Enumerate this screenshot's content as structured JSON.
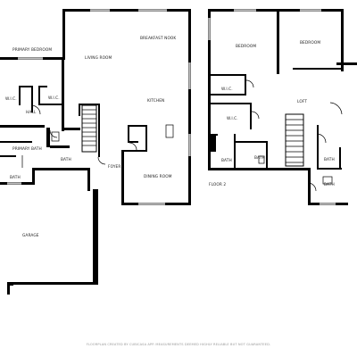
{
  "floor1": {
    "rooms": {
      "primary_bedroom": "PRIMARY BEDROOM",
      "living_room": "LIVING ROOM",
      "breakfast_nook": "BREAKFAST NOOK",
      "wic_left": "W.I.C.",
      "wic_right": "W.I.C.",
      "hall": "HALL",
      "kitchen": "KITCHEN",
      "primary_bath": "PRIMARY BATH",
      "bath_small": "BATH",
      "bath_bottom": "BATH",
      "foyer": "FOYER",
      "dining_room": "DINING ROOM",
      "garage": "GARAGE"
    }
  },
  "floor2": {
    "label": "FLOOR 2",
    "rooms": {
      "bedroom_left": "BEDROOM",
      "bedroom_right": "BEDROOM",
      "wic_top": "W.I.C.",
      "loft": "LOFT",
      "wic_mid": "W.I.C.",
      "bath_left": "BATH",
      "bath_mid": "BATH",
      "bath_right_top": "BATH",
      "bath_right_bottom": "BATH"
    }
  },
  "footer": "FLOORPLAN CREATED BY CUBICASA APP. MEASUREMENTS DEEMED HIGHLY RELIABLE BUT NOT GUARANTEED."
}
